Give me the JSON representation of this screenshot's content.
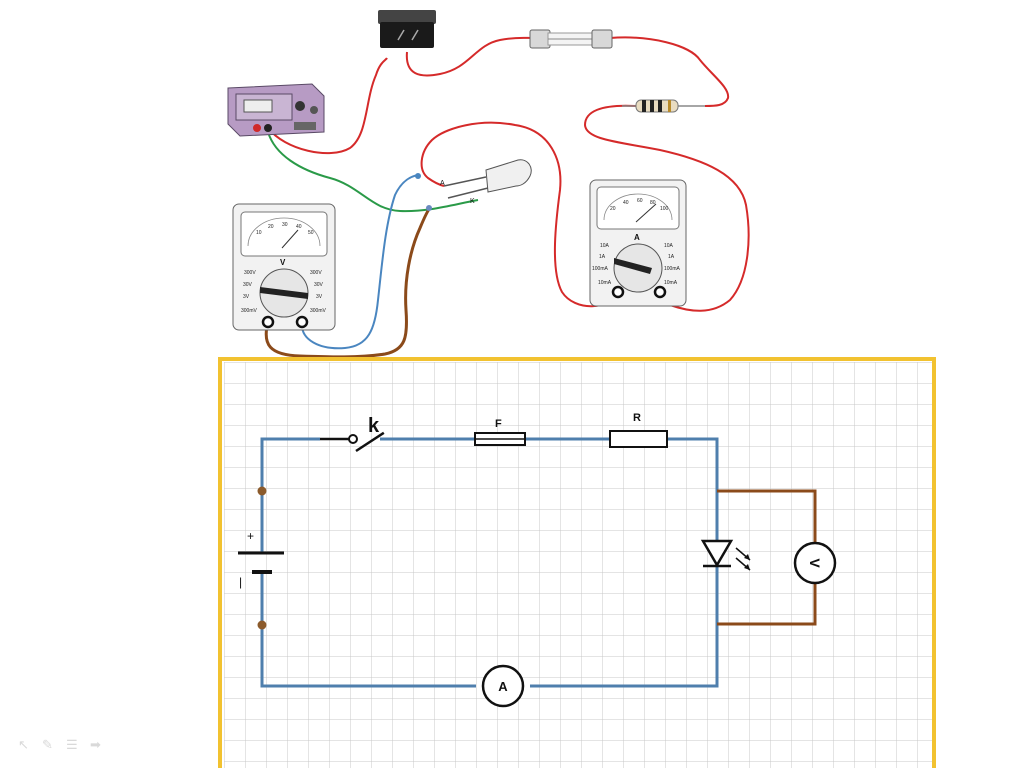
{
  "photo": {
    "voltmeter": {
      "symbol": "V",
      "ranges_left": [
        "300V",
        "30V",
        "3V",
        "300mV"
      ],
      "ranges_right": [
        "300V",
        "30V",
        "3V",
        "300mV"
      ],
      "scale": [
        "10",
        "20",
        "30",
        "40",
        "50"
      ]
    },
    "ammeter": {
      "symbol": "A",
      "ranges_left": [
        "10A",
        "1A",
        "100mA",
        "10mA"
      ],
      "ranges_right": [
        "10A",
        "1A",
        "100mA",
        "10mA"
      ],
      "scale": [
        "20",
        "40",
        "60",
        "80",
        "100"
      ]
    },
    "led_terminals": {
      "anode": "A",
      "cathode": "K"
    }
  },
  "schematic": {
    "switch_label": "k",
    "fuse_label": "F",
    "resistor_label": "R",
    "battery_plus": "+",
    "battery_minus": "|",
    "ammeter_symbol": "A",
    "voltmeter_symbol": "V",
    "colors": {
      "frame": "#f2c230",
      "wire": "#4f7fad",
      "probe": "#8b4a1a",
      "grid": "#c9c9c9"
    }
  },
  "slide_tools": [
    "pointer-icon",
    "pen-icon",
    "menu-icon",
    "next-icon"
  ]
}
